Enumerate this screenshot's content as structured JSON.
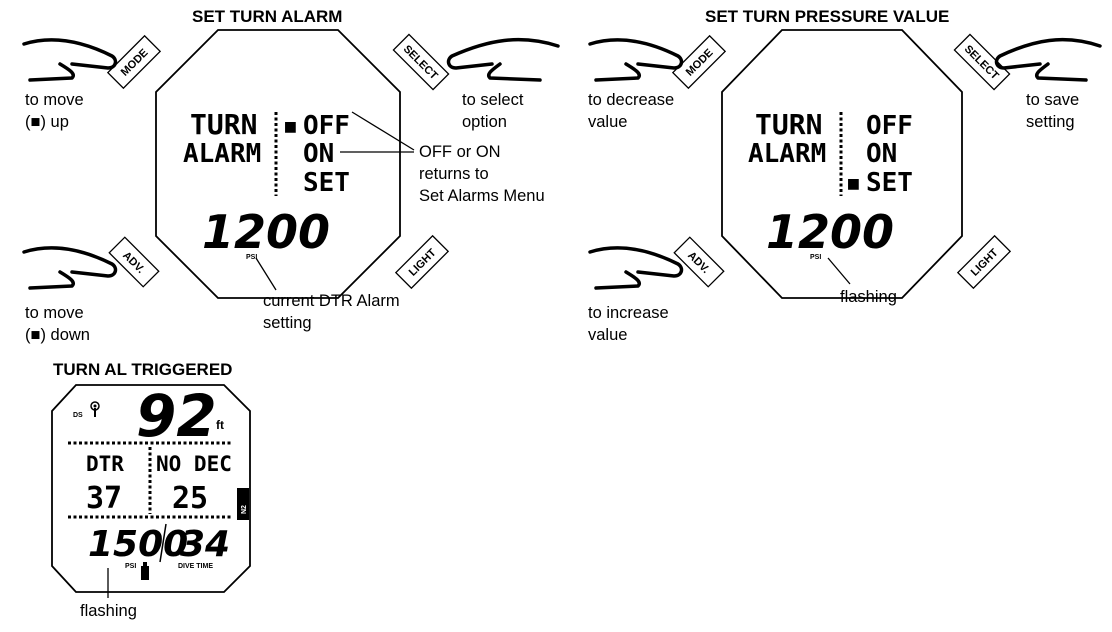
{
  "panel_left": {
    "title": "SET TURN ALARM",
    "mode_label": "MODE",
    "select_label": "SELECT",
    "adv_label": "ADV.",
    "light_label": "LIGHT",
    "mode_note": [
      "to move",
      "(■) up"
    ],
    "select_note": [
      "to select",
      "option"
    ],
    "adv_note": [
      "to move",
      "(■) down"
    ],
    "lcd_word1": "TURN",
    "lcd_word2": "ALARM",
    "menu_cursor": "■",
    "menu_off": "OFF",
    "menu_on": "ON",
    "menu_set": "SET",
    "value": "1200",
    "unit": "PSI",
    "callout_options": [
      "OFF or ON",
      "returns to",
      "Set Alarms Menu"
    ],
    "callout_setting": [
      "current DTR Alarm",
      "setting"
    ]
  },
  "panel_right": {
    "title": "SET TURN PRESSURE VALUE",
    "mode_label": "MODE",
    "select_label": "SELECT",
    "adv_label": "ADV.",
    "light_label": "LIGHT",
    "mode_note": [
      "to decrease",
      "value"
    ],
    "select_note": [
      "to save",
      "setting"
    ],
    "adv_note": [
      "to increase",
      "value"
    ],
    "lcd_word1": "TURN",
    "lcd_word2": "ALARM",
    "menu_cursor": "■",
    "menu_off": "OFF",
    "menu_on": "ON",
    "menu_set": "SET",
    "value": "1200",
    "unit": "PSI",
    "callout": "flashing"
  },
  "panel_bottom": {
    "title": "TURN AL TRIGGERED",
    "ds": "DS",
    "depth": "92",
    "depth_unit": "ft",
    "dtr_label": "DTR",
    "dtr_value": "37",
    "nodec_label": "NO DEC",
    "nodec_value": "25",
    "n2": "N2",
    "pressure": "1500",
    "pressure_unit": "PSI",
    "dive_time": "34",
    "dive_time_label": "DIVE TIME",
    "callout": "flashing"
  }
}
